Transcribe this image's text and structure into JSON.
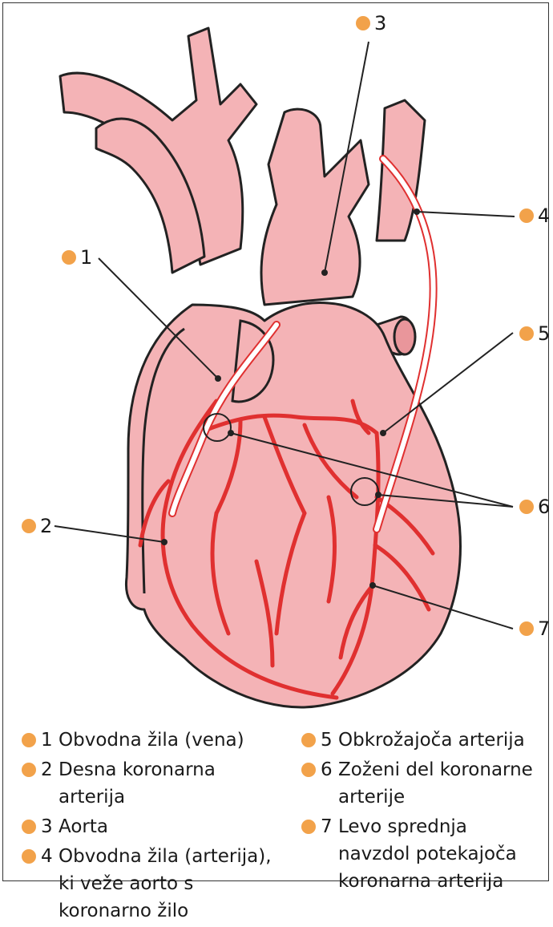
{
  "colors": {
    "dot": "#f2a24a",
    "heart_fill": "#f4b3b6",
    "heart_outline": "#222222",
    "artery": "#e03030",
    "graft": "#ffffff"
  },
  "callouts": [
    {
      "num": "1"
    },
    {
      "num": "2"
    },
    {
      "num": "3"
    },
    {
      "num": "4"
    },
    {
      "num": "5"
    },
    {
      "num": "6"
    },
    {
      "num": "7"
    }
  ],
  "legend": {
    "left": [
      {
        "num": "1",
        "text": "Obvodna žila (vena)"
      },
      {
        "num": "2",
        "text": "Desna koronarna arterija"
      },
      {
        "num": "3",
        "text": "Aorta"
      },
      {
        "num": "4",
        "text": "Obvodna žila (arterija), ki veže aorto s koronarno žilo"
      }
    ],
    "right": [
      {
        "num": "5",
        "text": "Obkrožajoča arterija"
      },
      {
        "num": "6",
        "text": "Zoženi del koronarne arterije"
      },
      {
        "num": "7",
        "text": "Levo sprednja navzdol potekajoča koronarna arterija"
      }
    ]
  }
}
